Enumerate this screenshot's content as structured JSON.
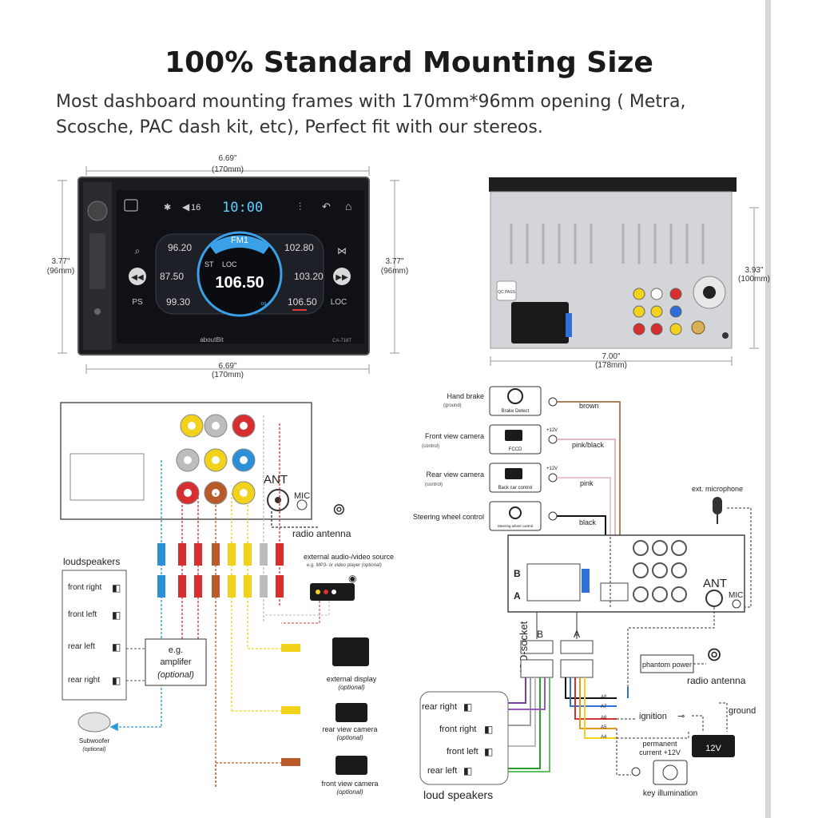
{
  "header": {
    "title": "100% Standard Mounting Size",
    "subtitle": "Most dashboard mounting frames with 170mm*96mm opening ( Metra, Scosche, PAC dash kit, etc), Perfect fit with our stereos."
  },
  "front_view": {
    "top_dim": "6.69\"",
    "top_dim_mm": "(170mm)",
    "bottom_dim": "6.69\"",
    "bottom_dim_mm": "(170mm)",
    "left_dim": "3.77\"",
    "left_dim_mm": "(96mm)",
    "right_dim": "3.77\"",
    "right_dim_mm": "(96mm)",
    "volume": "16",
    "clock": "10:00",
    "band": "FM1",
    "st": "ST",
    "loc_small": "LOC",
    "frequency": "106.50",
    "presets_left": [
      "96.20",
      "87.50",
      "99.30"
    ],
    "presets_right": [
      "102.80",
      "103.20",
      "106.50"
    ],
    "btn_ps": "PS",
    "btn_loc": "LOC",
    "brand": "aboutBit",
    "model": "CA-718T",
    "colors": {
      "screen": "#0f1116",
      "ring": "#3aa0e8",
      "accent": "#e23a3a"
    }
  },
  "back_view": {
    "bottom_dim": "7.00\"",
    "bottom_dim_mm": "(178mm)",
    "right_dim": "3.93\"",
    "right_dim_mm": "(100mm)",
    "qc_sticker": "QC PASS"
  },
  "left_wiring": {
    "ant_label": "ANT",
    "mic_label": "MIC",
    "radio_antenna": "radio antenna",
    "external_source": "external audio-/video source",
    "external_source_note": "e.g. MP3- or video player (optional)",
    "loudspeakers_title": "loudspeakers",
    "speakers": [
      "front right",
      "front left",
      "rear left",
      "rear right"
    ],
    "amplifier": "e.g.",
    "amplifier_2": "amplifer",
    "amplifier_opt": "(optional)",
    "subwoofer": "Subwoofer",
    "subwoofer_opt": "(optional)",
    "external_display": "external display",
    "external_display_opt": "(optional)",
    "rear_camera": "rear view camera",
    "rear_camera_opt": "(optional)",
    "front_camera": "front view camera",
    "front_camera_opt": "(optional)",
    "rca_colors": [
      "#f2d21a",
      "#bdbdbd",
      "#d72f2f",
      "#bdbdbd",
      "#f2d21a",
      "#2d8fd8",
      "#d72f2f",
      "#b85a2a",
      "#f2d21a"
    ]
  },
  "right_wiring": {
    "inputs": [
      {
        "label": "Hand brake",
        "sub": "(ground)",
        "box": "Brake Detect",
        "wire": "brown",
        "volt": ""
      },
      {
        "label": "Front view camera",
        "sub": "(control)",
        "box": "FCCD",
        "wire": "pink/black",
        "volt": "+12V"
      },
      {
        "label": "Rear view camera",
        "sub": "(control)",
        "box": "Back car control",
        "wire": "pink",
        "volt": "+12V"
      },
      {
        "label": "Steering wheel control",
        "sub": "",
        "box": "Steering wheel control",
        "wire": "black",
        "volt": ""
      }
    ],
    "ext_mic": "ext. microphone",
    "ant_label": "ANT",
    "mic_label": "MIC",
    "conn_b": "B",
    "conn_a": "A",
    "iso_socket": "ISO-socket",
    "iso_b": "B",
    "iso_a": "A",
    "phantom_power": "phantom power",
    "radio_antenna": "radio antenna",
    "ignition": "ignition",
    "ground": "ground",
    "permanent": "permanent",
    "permanent_2": "current +12V",
    "battery": "12V",
    "key_illum": "key illumination",
    "pins": [
      "A8",
      "A7",
      "A6",
      "A5",
      "A4"
    ],
    "speakers": [
      "rear right",
      "front right",
      "front left",
      "rear left"
    ],
    "loud_speakers": "loud speakers"
  }
}
